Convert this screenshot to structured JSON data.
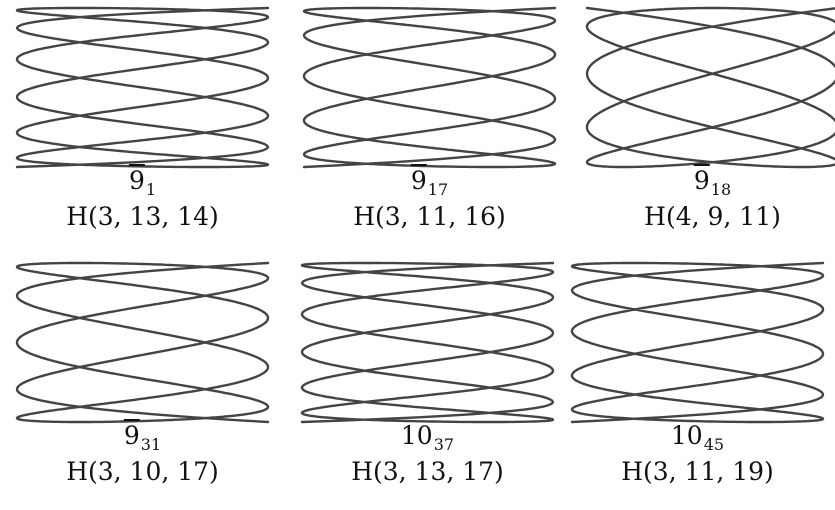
{
  "panels": [
    {
      "name": {
        "base": "9",
        "sub": "1",
        "overline": true
      },
      "label": "H(3, 13, 14)",
      "a": 3,
      "b": 13,
      "c": 14
    },
    {
      "name": {
        "base": "9",
        "sub": "17",
        "overline": true
      },
      "label": "H(3, 11, 16)",
      "a": 3,
      "b": 11,
      "c": 16
    },
    {
      "name": {
        "base": "9",
        "sub": "18",
        "overline": true
      },
      "label": "H(4, 9, 11)",
      "a": 4,
      "b": 9,
      "c": 11
    },
    {
      "name": {
        "base": "9",
        "sub": "31",
        "overline": true
      },
      "label": "H(3, 10, 17)",
      "a": 3,
      "b": 10,
      "c": 17
    },
    {
      "name": {
        "base": "10",
        "sub": "37",
        "overline": false
      },
      "label": "H(3, 13, 17)",
      "a": 3,
      "b": 13,
      "c": 17
    },
    {
      "name": {
        "base": "10",
        "sub": "45",
        "overline": false
      },
      "label": "H(3, 11, 19)",
      "a": 3,
      "b": 11,
      "c": 19
    }
  ],
  "colors": {
    "stroke": "#444444",
    "text": "#111111",
    "background": "#ffffff"
  }
}
